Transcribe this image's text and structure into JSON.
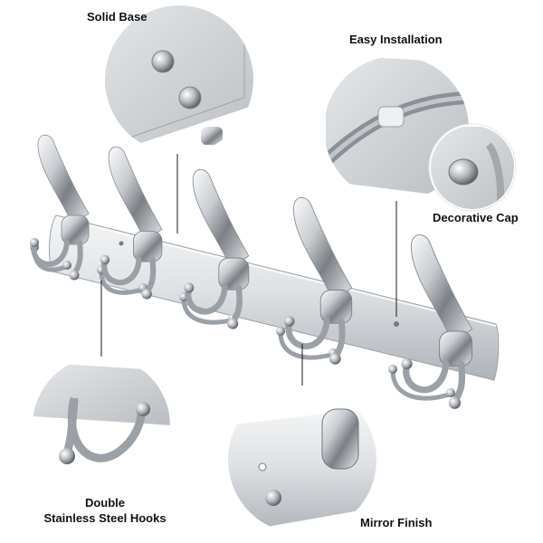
{
  "labels": {
    "solid_base": "Solid Base",
    "easy_installation": "Easy Installation",
    "decorative_cap": "Decorative Cap",
    "double_hooks_line1": "Double",
    "double_hooks_line2": "Stainless Steel Hooks",
    "mirror_finish": "Mirror Finish"
  },
  "product": {
    "hook_count": 5,
    "material_color": "#c9ccd0",
    "highlight_color": "#f7f8f9",
    "shadow_color": "#6f747a"
  }
}
